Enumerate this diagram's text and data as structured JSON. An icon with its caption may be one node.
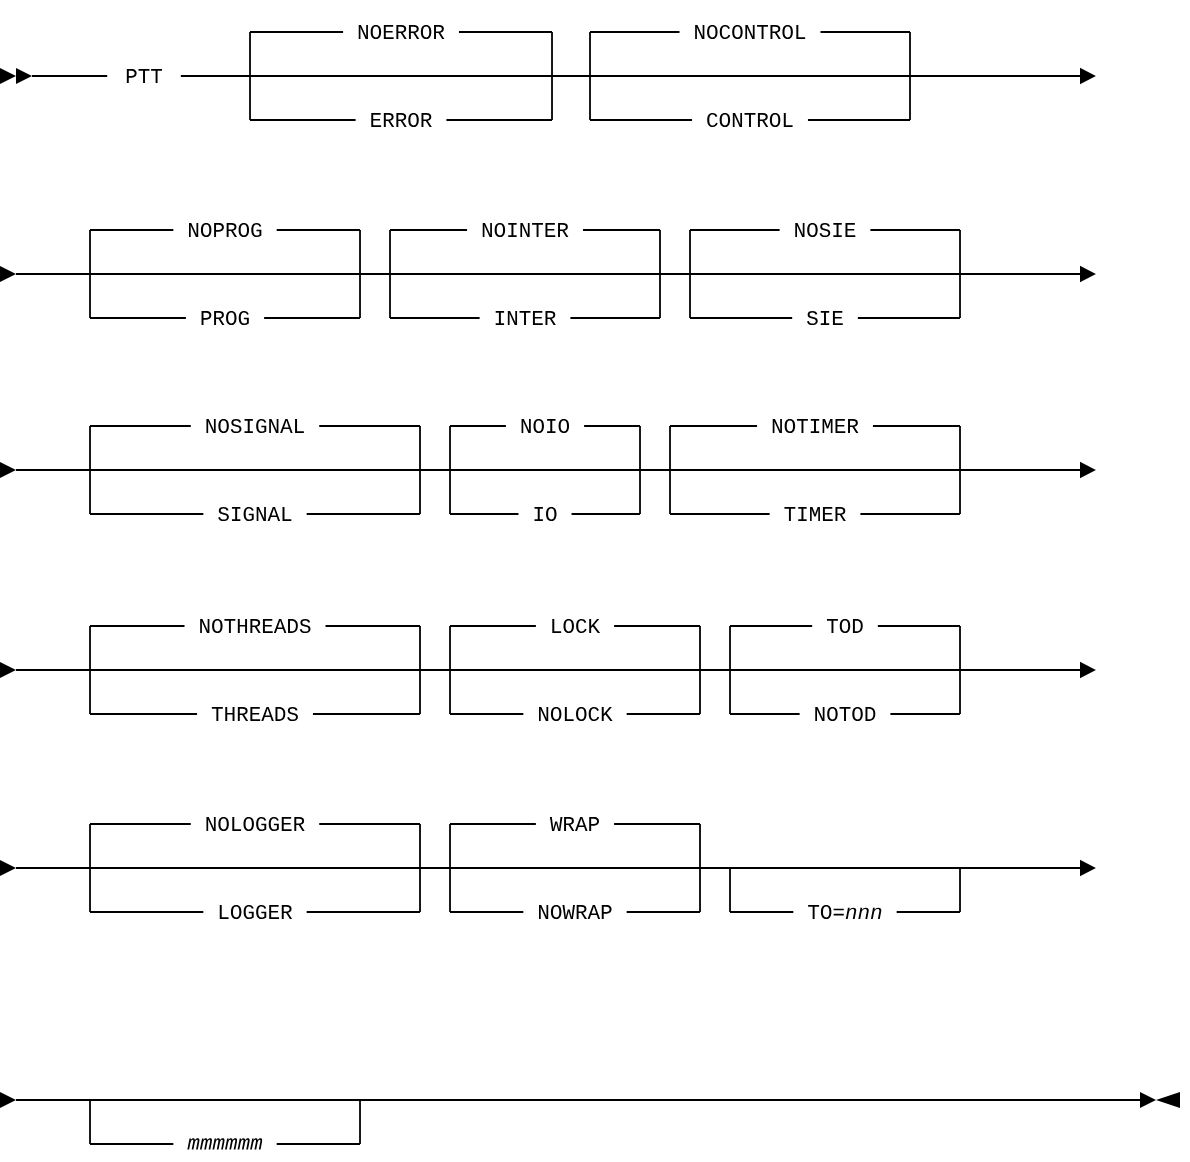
{
  "diagram": {
    "nodes": [
      {
        "text": [
          "PTT"
        ]
      },
      {
        "text": [
          "NOERROR"
        ]
      },
      {
        "text": [
          "ERROR"
        ]
      },
      {
        "text": [
          "NOCONTROL"
        ]
      },
      {
        "text": [
          "CONTROL"
        ]
      },
      {
        "text": [
          "NOPROG"
        ]
      },
      {
        "text": [
          "PROG"
        ]
      },
      {
        "text": [
          "NOINTER"
        ]
      },
      {
        "text": [
          "INTER"
        ]
      },
      {
        "text": [
          "NOSIE"
        ]
      },
      {
        "text": [
          "SIE"
        ]
      },
      {
        "text": [
          "NOSIGNAL"
        ]
      },
      {
        "text": [
          "SIGNAL"
        ]
      },
      {
        "text": [
          "NOIO"
        ]
      },
      {
        "text": [
          "IO"
        ]
      },
      {
        "text": [
          "NOTIMER"
        ]
      },
      {
        "text": [
          "TIMER"
        ]
      },
      {
        "text": [
          "NOTHREADS"
        ]
      },
      {
        "text": [
          "THREADS"
        ]
      },
      {
        "text": [
          "LOCK"
        ]
      },
      {
        "text": [
          "NOLOCK"
        ]
      },
      {
        "text": [
          "TOD"
        ]
      },
      {
        "text": [
          "NOTOD"
        ]
      },
      {
        "text": [
          "NOLOGGER"
        ]
      },
      {
        "text": [
          "LOGGER"
        ]
      },
      {
        "text": [
          "WRAP"
        ]
      },
      {
        "text": [
          "NOWRAP"
        ]
      },
      {
        "text": [
          "TO=*nnn*"
        ]
      },
      {
        "text": [
          "mmmmmm"
        ]
      }
    ]
  }
}
